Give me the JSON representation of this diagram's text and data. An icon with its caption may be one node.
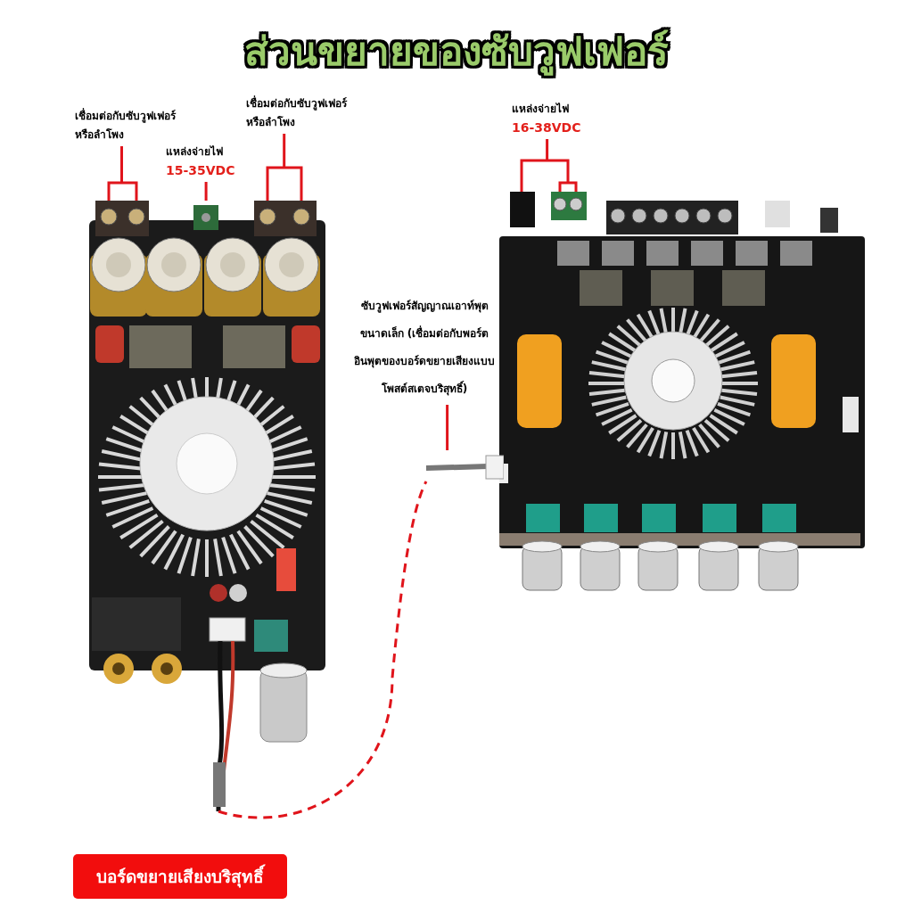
{
  "diagram": {
    "title": "ส่วนขยายของซับวูฟเฟอร์",
    "nodes": [
      {
        "text": [],
        "shape": "picture"
      },
      {
        "text": [],
        "shape": "picture"
      },
      {
        "text": [
          "เชื่อมต่อกับซับวูฟเฟอร์หรือลำโพง"
        ]
      },
      {
        "text": [
          "เชื่อมต่อกับซับวูฟเฟอร์หรือลำโพง"
        ]
      },
      {
        "text": [
          "แหล่งจ่ายไฟ",
          "15-35VDC"
        ]
      },
      {
        "text": [
          "แหล่งจ่ายไฟ",
          "16-38VDC"
        ]
      },
      {
        "text": [
          "ซับวูฟเฟอร์สัญญาณเอาท์พุตขนาดเล็ก (เชื่อมต่อกับพอร์ตอินพุตของบอร์ดขยายเสียงแบบโพสต์สเตจบริสุทธิ์)"
        ]
      },
      {
        "text": [
          "บอร์ดขยายเสียงบริสุทธิ์"
        ]
      },
      {
        "text": [],
        "shape": "picture"
      }
    ],
    "edges": [
      {
        "from": 2,
        "to": 0,
        "arrow": "none"
      },
      {
        "from": 3,
        "to": 0,
        "arrow": "none"
      },
      {
        "from": 4,
        "to": 0,
        "arrow": "none"
      },
      {
        "from": 5,
        "to": 1,
        "arrow": "none"
      },
      {
        "from": 6,
        "to": 8,
        "arrow": "none"
      },
      {
        "from": 0,
        "to": 8,
        "arrow": "none",
        "style": "dashed"
      }
    ]
  }
}
